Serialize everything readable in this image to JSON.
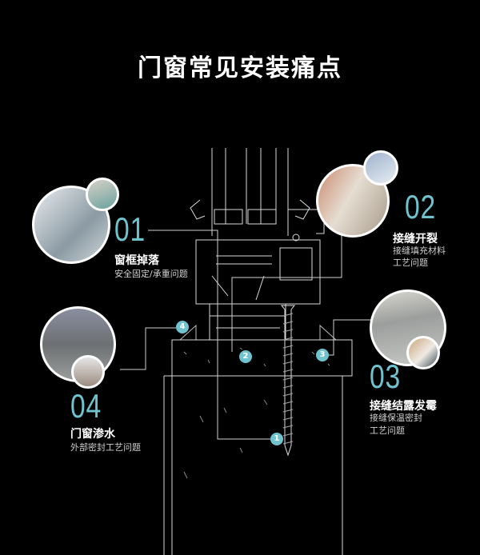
{
  "title": "门窗常见安装痛点",
  "accent_color": "#6fc3cf",
  "points": [
    {
      "number": "01",
      "title": "窗框掉落",
      "desc": [
        "安全固定/承重问题"
      ]
    },
    {
      "number": "02",
      "title": "接缝开裂",
      "desc": [
        "接缝填充材料",
        "工艺问题"
      ]
    },
    {
      "number": "03",
      "title": "接缝结露发霉",
      "desc": [
        "接缝保温密封",
        "工艺问题"
      ]
    },
    {
      "number": "04",
      "title": "门窗渗水",
      "desc": [
        "外部密封工艺问题"
      ]
    }
  ],
  "markers": [
    "1",
    "2",
    "3",
    "4"
  ]
}
